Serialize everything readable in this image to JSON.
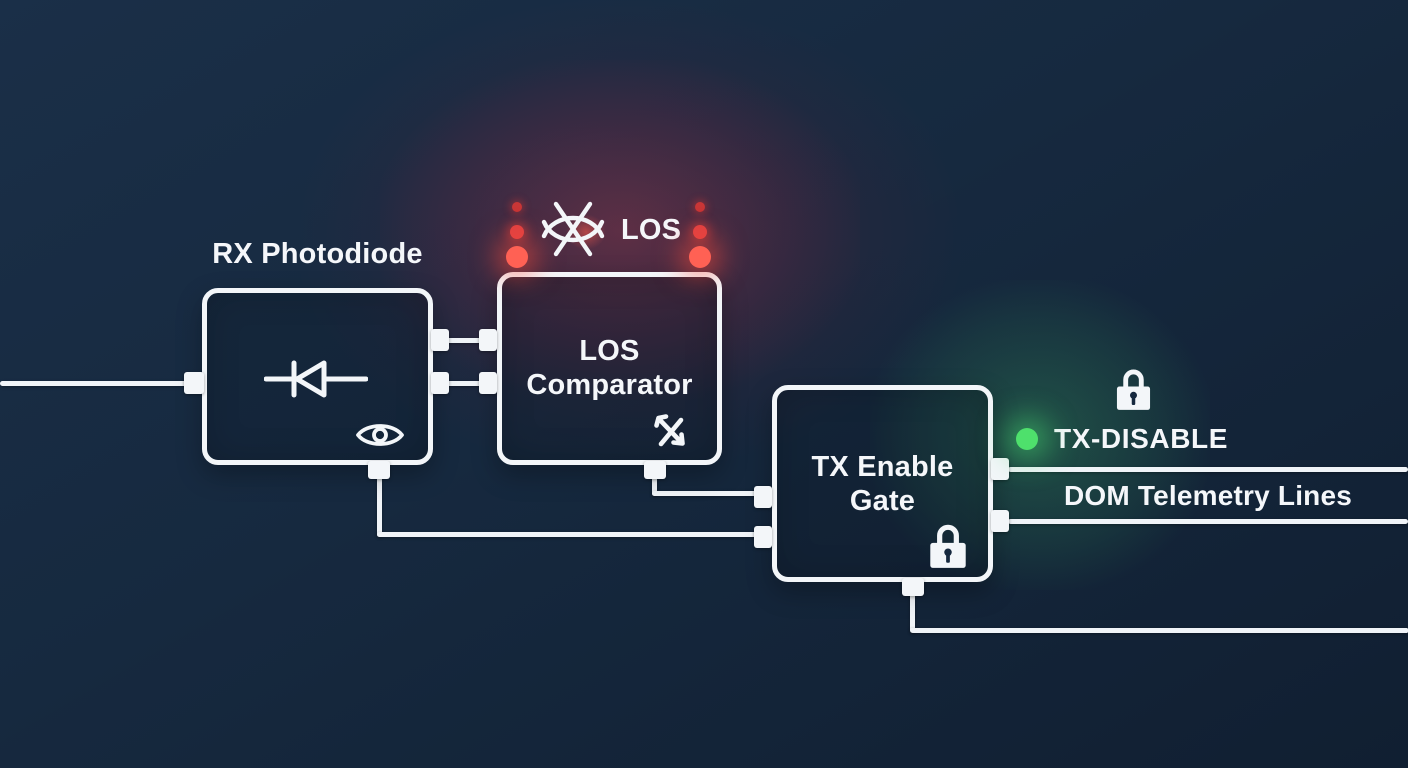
{
  "nodes": {
    "rx_photodiode": {
      "label": "RX Photodiode"
    },
    "los_comparator": {
      "line1": "LOS",
      "line2": "Comparator"
    },
    "tx_enable_gate": {
      "line1": "TX Enable",
      "line2": "Gate"
    }
  },
  "annotations": {
    "los_indicator": {
      "label": "LOS",
      "led_count_per_column": 3
    },
    "tx_disable": {
      "label": "TX-DISABLE"
    },
    "dom_telemetry": {
      "label": "DOM Telemetry Lines"
    }
  },
  "colors": {
    "background": "#16293f",
    "wire": "#f0f4f8",
    "box_border": "#f3f6f9",
    "text": "#f5f7fa",
    "led_red_bright": "#ff6154",
    "led_red_mid": "#e04141",
    "led_red_dim": "#c93636",
    "red_glow": "#d03e52",
    "status_green": "#4ee06c"
  },
  "icons": {
    "rx_symbol": "photodiode-icon",
    "rx_monitor": "eye-icon",
    "los_indicator": "eye-off-icon",
    "comparator_adjust": "crossed-arrows-icon",
    "tx_gate_lock": "lock-icon",
    "tx_disable_lock": "lock-icon"
  }
}
